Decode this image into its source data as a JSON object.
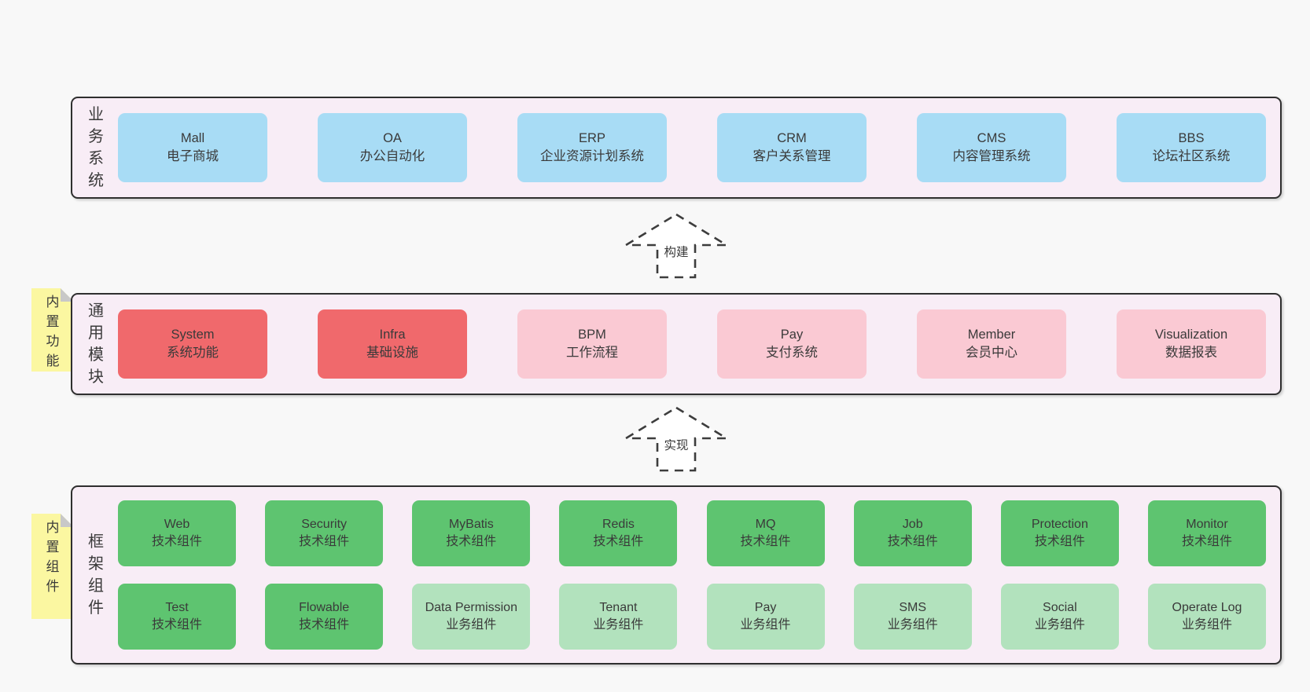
{
  "palette": {
    "page_bg": "#f8f8f8",
    "layer_bg": "#f8edf6",
    "layer_border": "#2f2f2f",
    "business_box": "#a8dcf5",
    "core_module_box": "#f0696c",
    "optional_module_box": "#fac9d3",
    "tech_component_box": "#5ec470",
    "biz_component_box": "#b2e2bd",
    "tab_bg": "#fbf7a1",
    "tab_fold": "#c8c8c8",
    "text": "#3a3a3a"
  },
  "layers": {
    "business": {
      "label": "业务系统",
      "boxes": [
        {
          "name": "Mall",
          "desc": "电子商城"
        },
        {
          "name": "OA",
          "desc": "办公自动化"
        },
        {
          "name": "ERP",
          "desc": "企业资源计划系统"
        },
        {
          "name": "CRM",
          "desc": "客户关系管理"
        },
        {
          "name": "CMS",
          "desc": "内容管理系统"
        },
        {
          "name": "BBS",
          "desc": "论坛社区系统"
        }
      ]
    },
    "modules": {
      "tab": "内置功能",
      "label": "通用模块",
      "boxes": [
        {
          "name": "System",
          "desc": "系统功能"
        },
        {
          "name": "Infra",
          "desc": "基础设施"
        },
        {
          "name": "BPM",
          "desc": "工作流程"
        },
        {
          "name": "Pay",
          "desc": "支付系统"
        },
        {
          "name": "Member",
          "desc": "会员中心"
        },
        {
          "name": "Visualization",
          "desc": "数据报表"
        }
      ]
    },
    "components": {
      "tab": "内置组件",
      "label": "框架组件",
      "row1": [
        {
          "name": "Web",
          "desc": "技术组件"
        },
        {
          "name": "Security",
          "desc": "技术组件"
        },
        {
          "name": "MyBatis",
          "desc": "技术组件"
        },
        {
          "name": "Redis",
          "desc": "技术组件"
        },
        {
          "name": "MQ",
          "desc": "技术组件"
        },
        {
          "name": "Job",
          "desc": "技术组件"
        },
        {
          "name": "Protection",
          "desc": "技术组件"
        },
        {
          "name": "Monitor",
          "desc": "技术组件"
        }
      ],
      "row2": [
        {
          "name": "Test",
          "desc": "技术组件"
        },
        {
          "name": "Flowable",
          "desc": "技术组件"
        },
        {
          "name": "Data Permission",
          "desc": "业务组件"
        },
        {
          "name": "Tenant",
          "desc": "业务组件"
        },
        {
          "name": "Pay",
          "desc": "业务组件"
        },
        {
          "name": "SMS",
          "desc": "业务组件"
        },
        {
          "name": "Social",
          "desc": "业务组件"
        },
        {
          "name": "Operate Log",
          "desc": "业务组件"
        }
      ]
    }
  },
  "arrows": {
    "build": "构建",
    "implement": "实现"
  }
}
